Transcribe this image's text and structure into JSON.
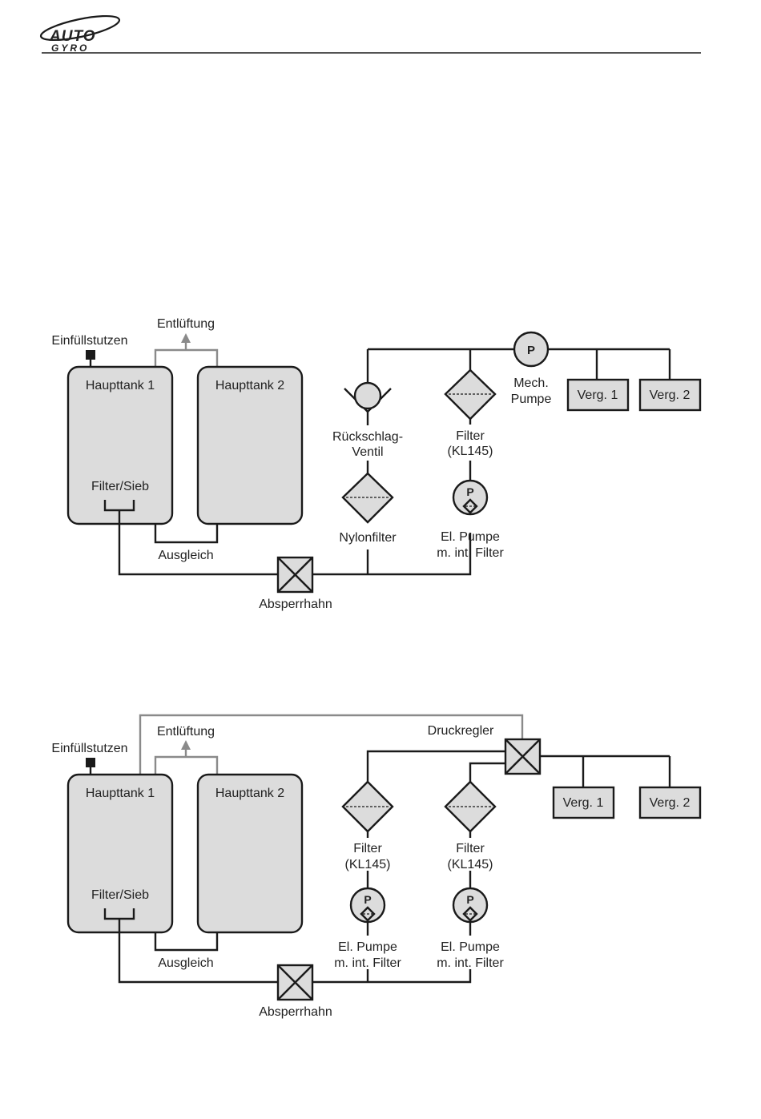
{
  "header": {
    "logo_text": "AUTO GYRO"
  },
  "colors": {
    "line": "#1a1a1a",
    "vent_line": "#8a8a8a",
    "component_fill": "#dcdcdc"
  },
  "diagram1": {
    "filler_neck": "Einfüllstutzen",
    "vent": "Entlüftung",
    "tank1": "Haupttank 1",
    "tank2": "Haupttank 2",
    "strainer": "Filter/Sieb",
    "balance": "Ausgleich",
    "shutoff": "Absperrhahn",
    "check_valve_l1": "Rückschlag-",
    "check_valve_l2": "Ventil",
    "nylon_filter": "Nylonfilter",
    "filter_l1": "Filter",
    "filter_l2": "(KL145)",
    "el_pump_l1": "El. Pumpe",
    "el_pump_l2": "m. int. Filter",
    "mech_pump_l1": "Mech.",
    "mech_pump_l2": "Pumpe",
    "pump_symbol": "P",
    "carb1": "Verg. 1",
    "carb2": "Verg. 2"
  },
  "diagram2": {
    "filler_neck": "Einfüllstutzen",
    "vent": "Entlüftung",
    "tank1": "Haupttank 1",
    "tank2": "Haupttank 2",
    "strainer": "Filter/Sieb",
    "balance": "Ausgleich",
    "shutoff": "Absperrhahn",
    "pressure_regulator": "Druckregler",
    "filter_a_l1": "Filter",
    "filter_a_l2": "(KL145)",
    "filter_b_l1": "Filter",
    "filter_b_l2": "(KL145)",
    "el_pump_a_l1": "El. Pumpe",
    "el_pump_a_l2": "m. int. Filter",
    "el_pump_b_l1": "El. Pumpe",
    "el_pump_b_l2": "m. int. Filter",
    "pump_symbol": "P",
    "carb1": "Verg. 1",
    "carb2": "Verg. 2"
  }
}
